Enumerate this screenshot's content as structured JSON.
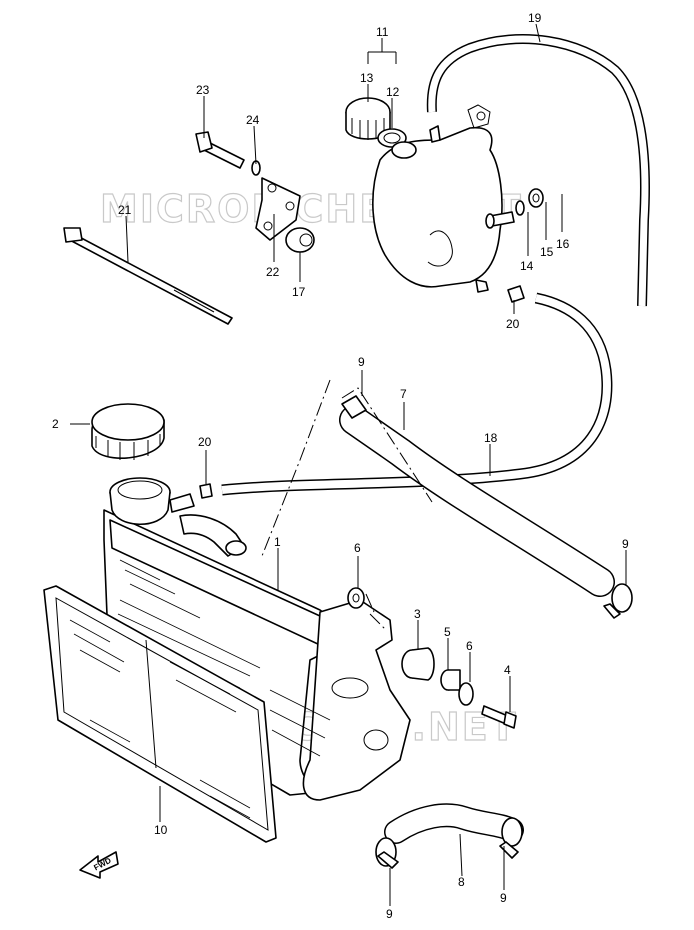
{
  "watermark": "MICROFICHES.NET",
  "fwd_label": "FWD",
  "callouts": [
    {
      "id": "c1",
      "text": "1"
    },
    {
      "id": "c2",
      "text": "2"
    },
    {
      "id": "c3",
      "text": "3"
    },
    {
      "id": "c4",
      "text": "4"
    },
    {
      "id": "c5",
      "text": "5"
    },
    {
      "id": "c6a",
      "text": "6"
    },
    {
      "id": "c6b",
      "text": "6"
    },
    {
      "id": "c7",
      "text": "7"
    },
    {
      "id": "c8",
      "text": "8"
    },
    {
      "id": "c9a",
      "text": "9"
    },
    {
      "id": "c9b",
      "text": "9"
    },
    {
      "id": "c9c",
      "text": "9"
    },
    {
      "id": "c9d",
      "text": "9"
    },
    {
      "id": "c10",
      "text": "10"
    },
    {
      "id": "c11",
      "text": "11"
    },
    {
      "id": "c12",
      "text": "12"
    },
    {
      "id": "c13",
      "text": "13"
    },
    {
      "id": "c14",
      "text": "14"
    },
    {
      "id": "c15",
      "text": "15"
    },
    {
      "id": "c16",
      "text": "16"
    },
    {
      "id": "c17",
      "text": "17"
    },
    {
      "id": "c18",
      "text": "18"
    },
    {
      "id": "c19",
      "text": "19"
    },
    {
      "id": "c20a",
      "text": "20"
    },
    {
      "id": "c20b",
      "text": "20"
    },
    {
      "id": "c21",
      "text": "21"
    },
    {
      "id": "c22",
      "text": "22"
    },
    {
      "id": "c23",
      "text": "23"
    },
    {
      "id": "c24",
      "text": "24"
    }
  ]
}
